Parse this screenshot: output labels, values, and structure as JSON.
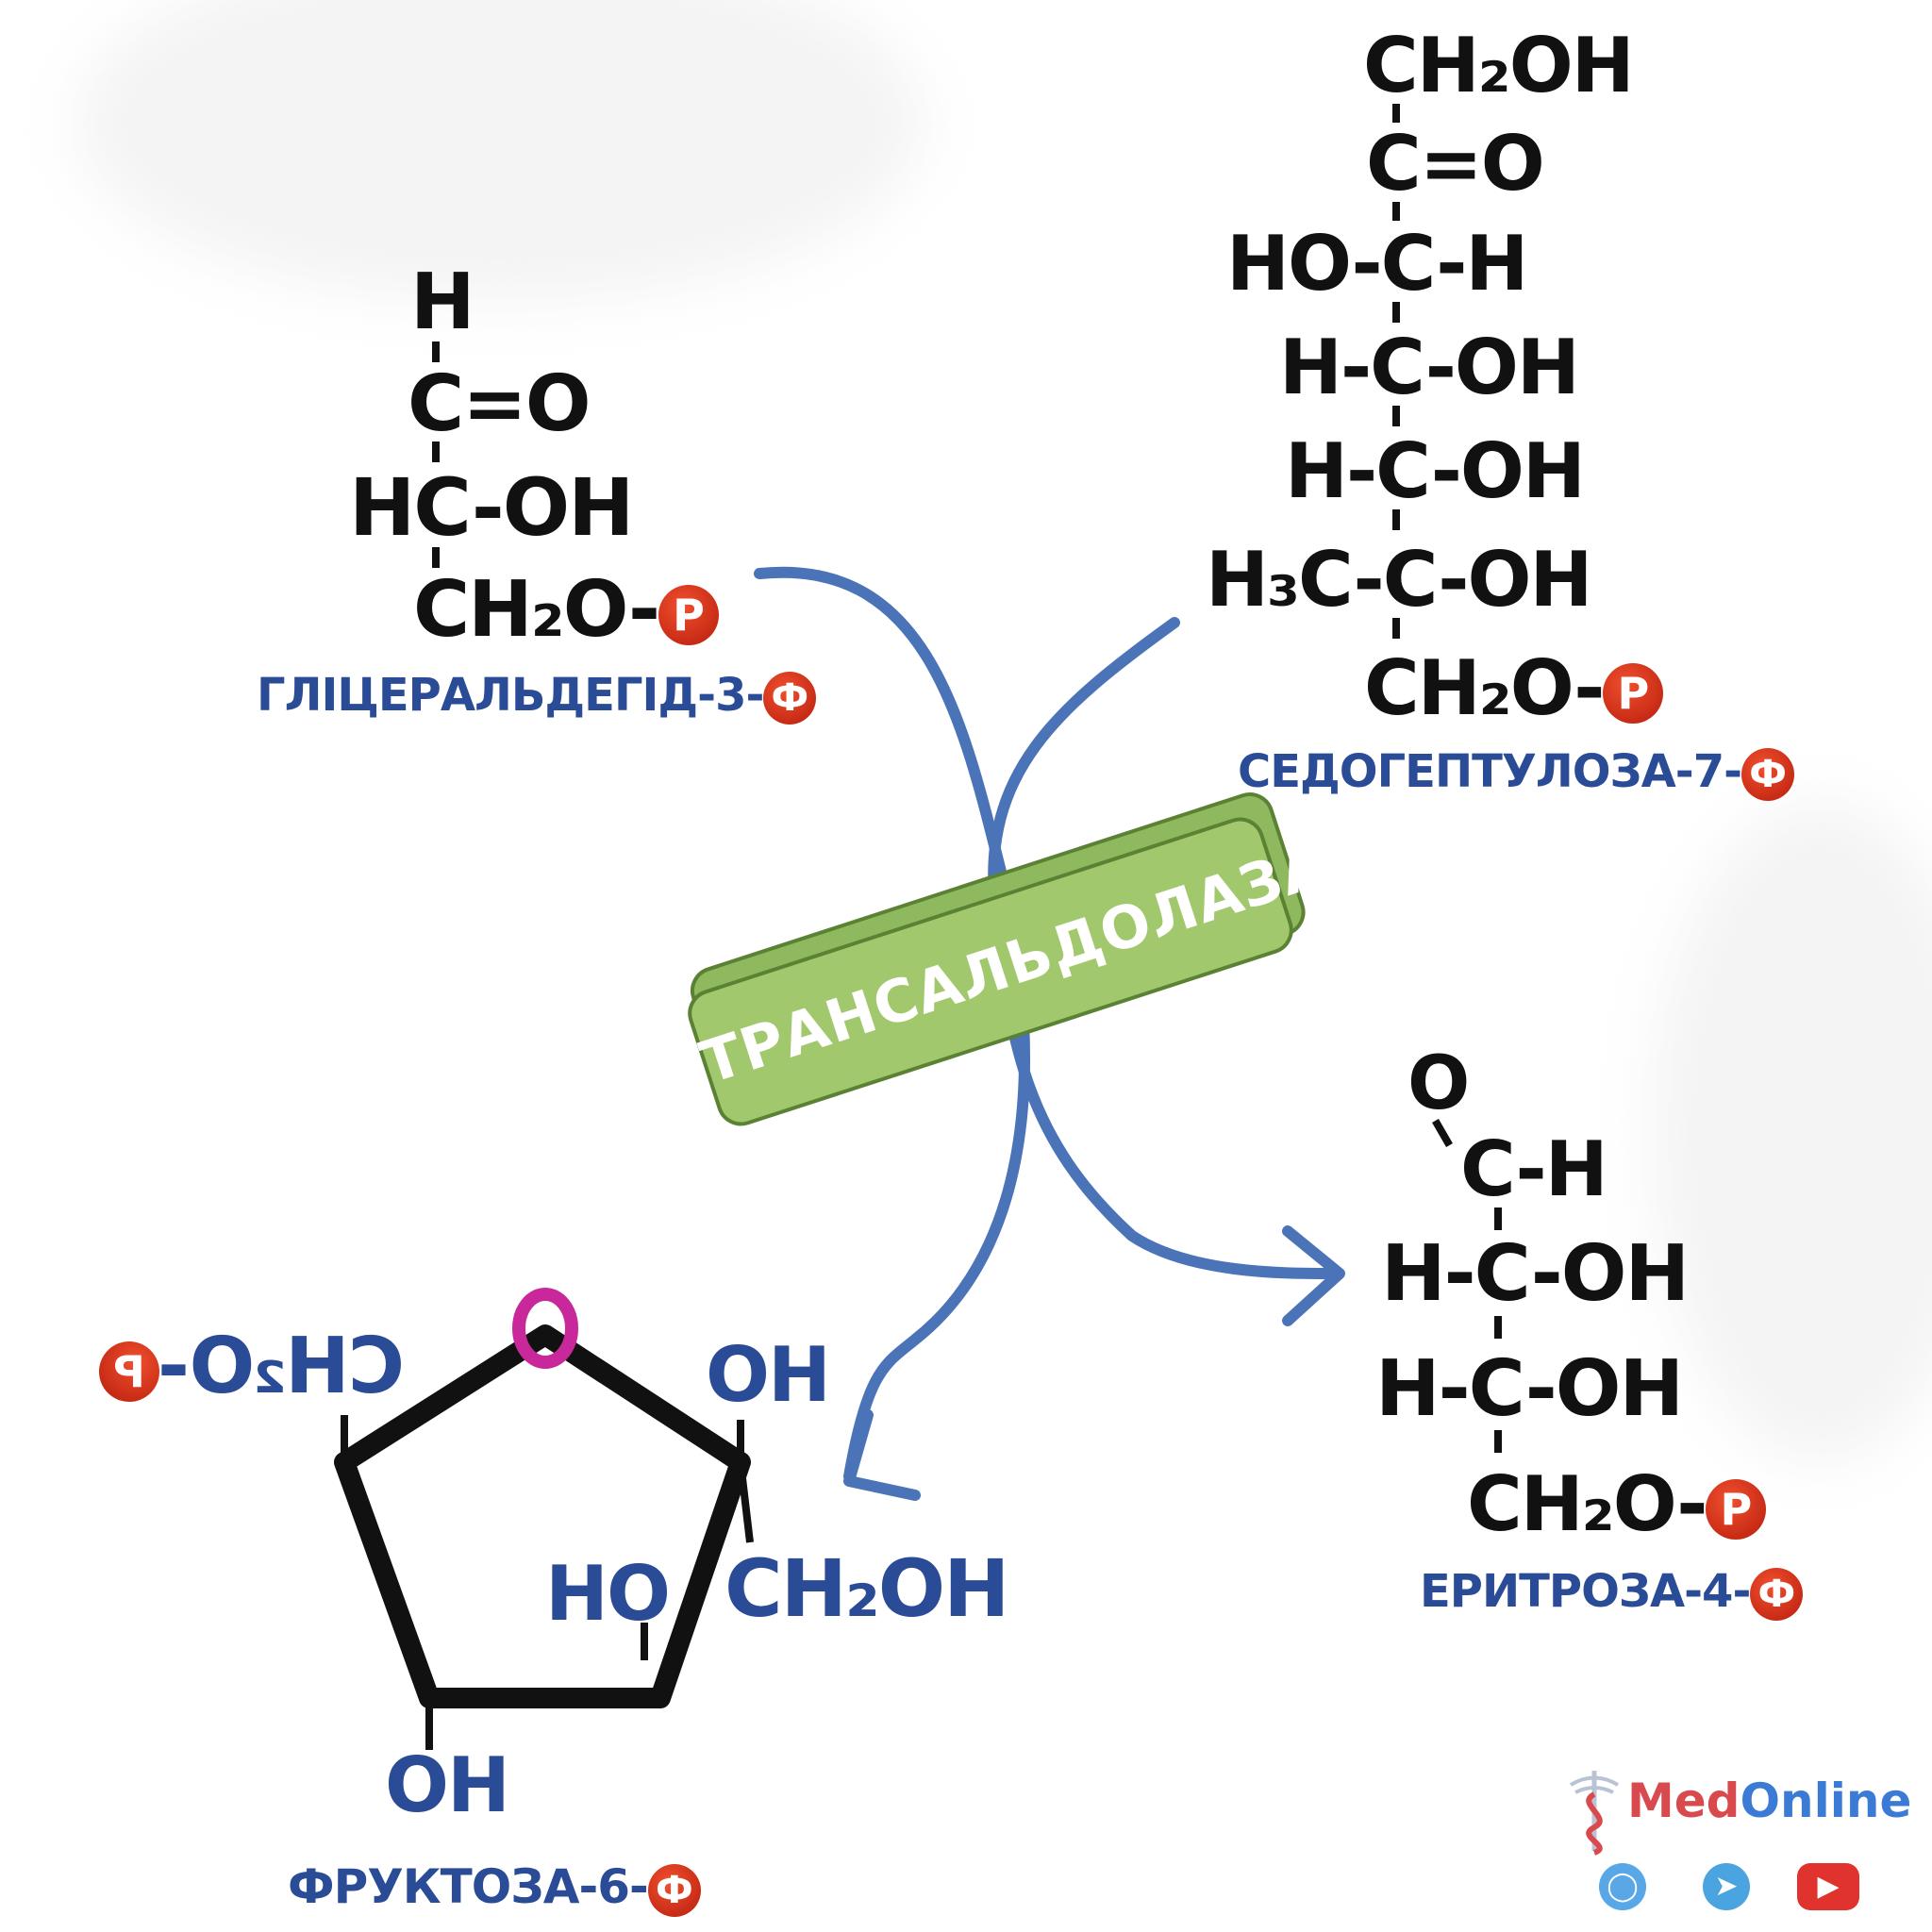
{
  "glyceraldehyde": {
    "lines": [
      "H",
      "C=O",
      "HC-OH",
      "CH₂O-"
    ],
    "phosphate": "P",
    "name": "ГЛІЦЕРАЛЬДЕГІД-3-",
    "name_badge": "Ф"
  },
  "sedoheptulose": {
    "lines": [
      "CH₂OH",
      "C=O",
      "HO-C-H",
      "H-C-OH",
      "H-C-OH",
      "H₃C-C-OH",
      "CH₂O-"
    ],
    "phosphate": "P",
    "name": "СЕДОГЕПТУЛОЗА-7-",
    "name_badge": "Ф"
  },
  "enzyme": {
    "label": "ТРАНСАЛЬДОЛАЗА",
    "fill": "#a2c86e",
    "border": "#5b8234"
  },
  "erythrose": {
    "lines": [
      "O",
      "C-H",
      "H-C-OH",
      "H-C-OH",
      "CH₂O-"
    ],
    "phosphate": "P",
    "name": "ЕРИТРОЗА-4-",
    "name_badge": "Ф"
  },
  "fructose": {
    "ring_oxygen": "O",
    "left_group": "CH₂O-",
    "left_phosphate": "P",
    "top_right_oh": "OH",
    "ch2oh": "CH₂OH",
    "ho_inner": "HO",
    "bottom_oh": "OH",
    "name": "ФРУКТОЗА-6-",
    "name_badge": "Ф"
  },
  "watermark": {
    "name_part1": "Med",
    "name_part2": "Online"
  },
  "colors": {
    "arrow": "#4b74b8",
    "label_blue": "#2a4b95",
    "phosphate_red": "#d6351c",
    "ring_oxygen": "#c8289a",
    "ink": "#111111"
  }
}
